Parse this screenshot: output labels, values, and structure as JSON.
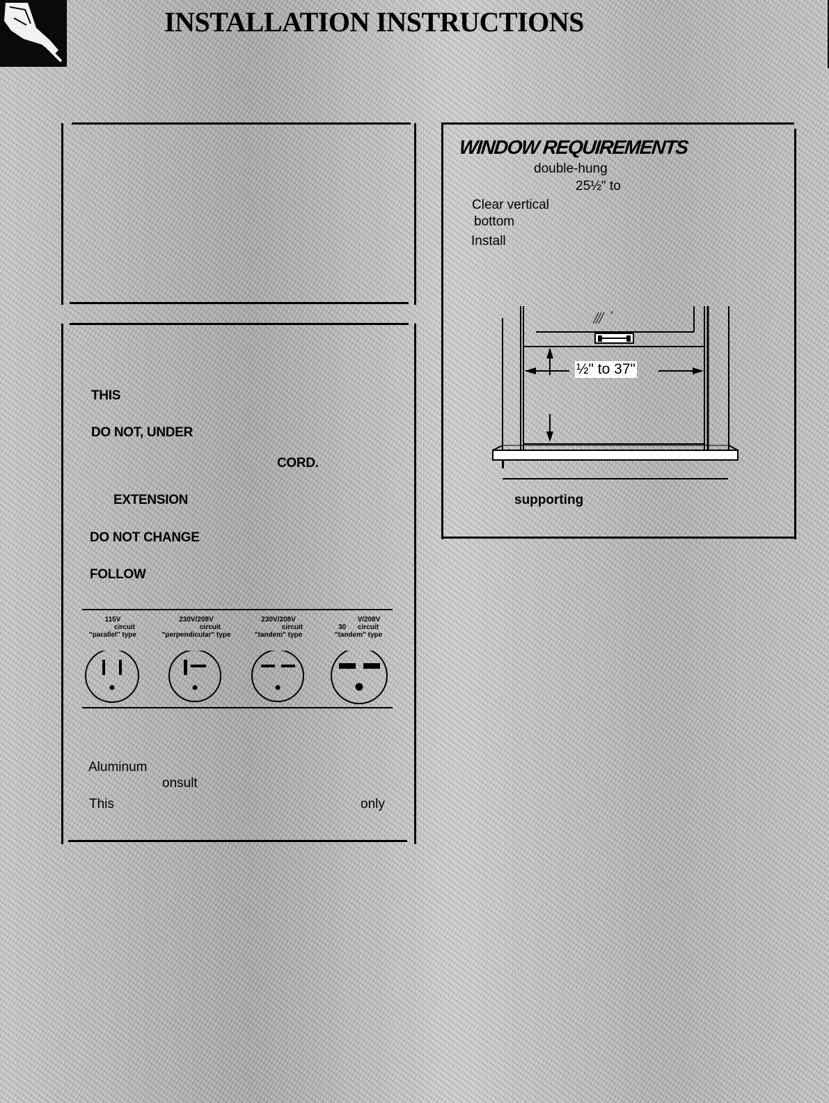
{
  "header": {
    "title": "INSTALLATION INSTRUCTIONS",
    "icon": "hand-screwdriver-icon"
  },
  "electrical": {
    "line1": "THIS",
    "line2": "DO NOT, UNDER",
    "line3": "CORD.",
    "line4": "EXTENSION",
    "line5": "DO NOT CHANGE",
    "line6": "FOLLOW",
    "receptacles": [
      {
        "voltage": "115V",
        "circuit": "circuit",
        "type": "\"parallel\" type",
        "icon": "parallel-outlet-icon"
      },
      {
        "voltage": "230V/208V",
        "circuit": "circuit",
        "type": "\"perpendicular\" type",
        "icon": "perpendicular-outlet-icon"
      },
      {
        "voltage": "230V/208V",
        "circuit": "circuit",
        "type": "\"tandem\" type",
        "icon": "tandem-outlet-icon"
      },
      {
        "voltage": "V/208V",
        "amps": "30",
        "circuit": "circuit",
        "type": "\"tandem\" type",
        "icon": "large-tandem-outlet-icon"
      }
    ],
    "note1": "Aluminum",
    "note2": "onsult",
    "note3a": "This",
    "note3b": "only"
  },
  "window": {
    "title": "WINDOW REQUIREMENTS",
    "line1": "double-hung",
    "line2": "25½\" to",
    "line3": "Clear vertical",
    "line4": "bottom",
    "line5": "Install",
    "dimension": "½\" to 37\"",
    "caption": "supporting"
  }
}
